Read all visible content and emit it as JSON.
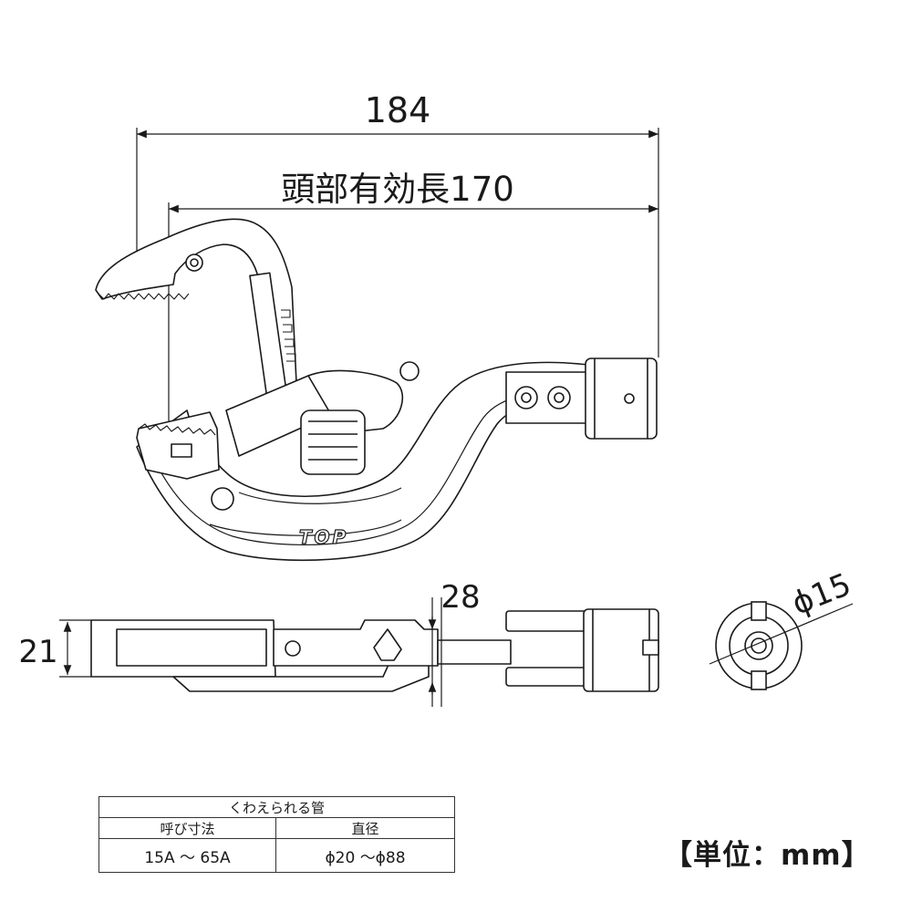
{
  "dimensions": {
    "overall_length": "184",
    "head_effective_length": "頭部有効長170",
    "side_width": "28",
    "side_height": "21",
    "end_diameter": "ϕ15"
  },
  "brand": {
    "logo_text": "TOP"
  },
  "spec_table": {
    "header": "くわえられる管",
    "columns": [
      "呼び寸法",
      "直径"
    ],
    "rows": [
      {
        "nominal": "15A ～ 65A",
        "diameter": "ϕ20 ～ϕ88"
      }
    ]
  },
  "unit_note": "【単位：mm】",
  "colors": {
    "line": "#1a1a1a",
    "background": "#ffffff"
  }
}
